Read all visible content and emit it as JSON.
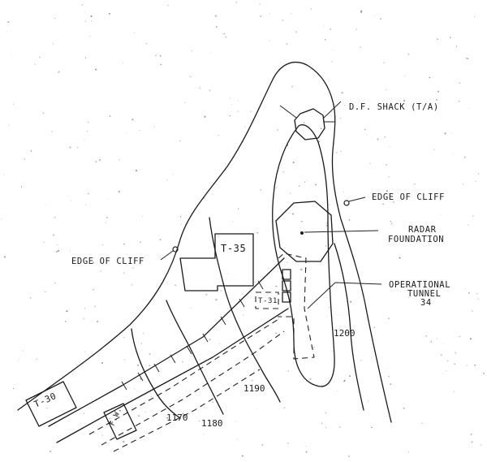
{
  "map": {
    "labels": {
      "df_shack": "D.F. SHACK (T/A)",
      "edge_of_cliff_right": "EDGE OF CLIFF",
      "radar_line1": "RADAR",
      "radar_line2": "FOUNDATION",
      "edge_of_cliff_left": "EDGE OF CLIFF",
      "t35": "T-35",
      "operational_line1": "OPERATIONAL",
      "operational_line2": "TUNNEL",
      "operational_line3": "34",
      "t31": "T-31",
      "t30": "T-30",
      "fw": "F.W."
    },
    "contours": {
      "c1200": "1200",
      "c1190": "1190",
      "c1180": "1180",
      "c1170": "1170"
    }
  }
}
